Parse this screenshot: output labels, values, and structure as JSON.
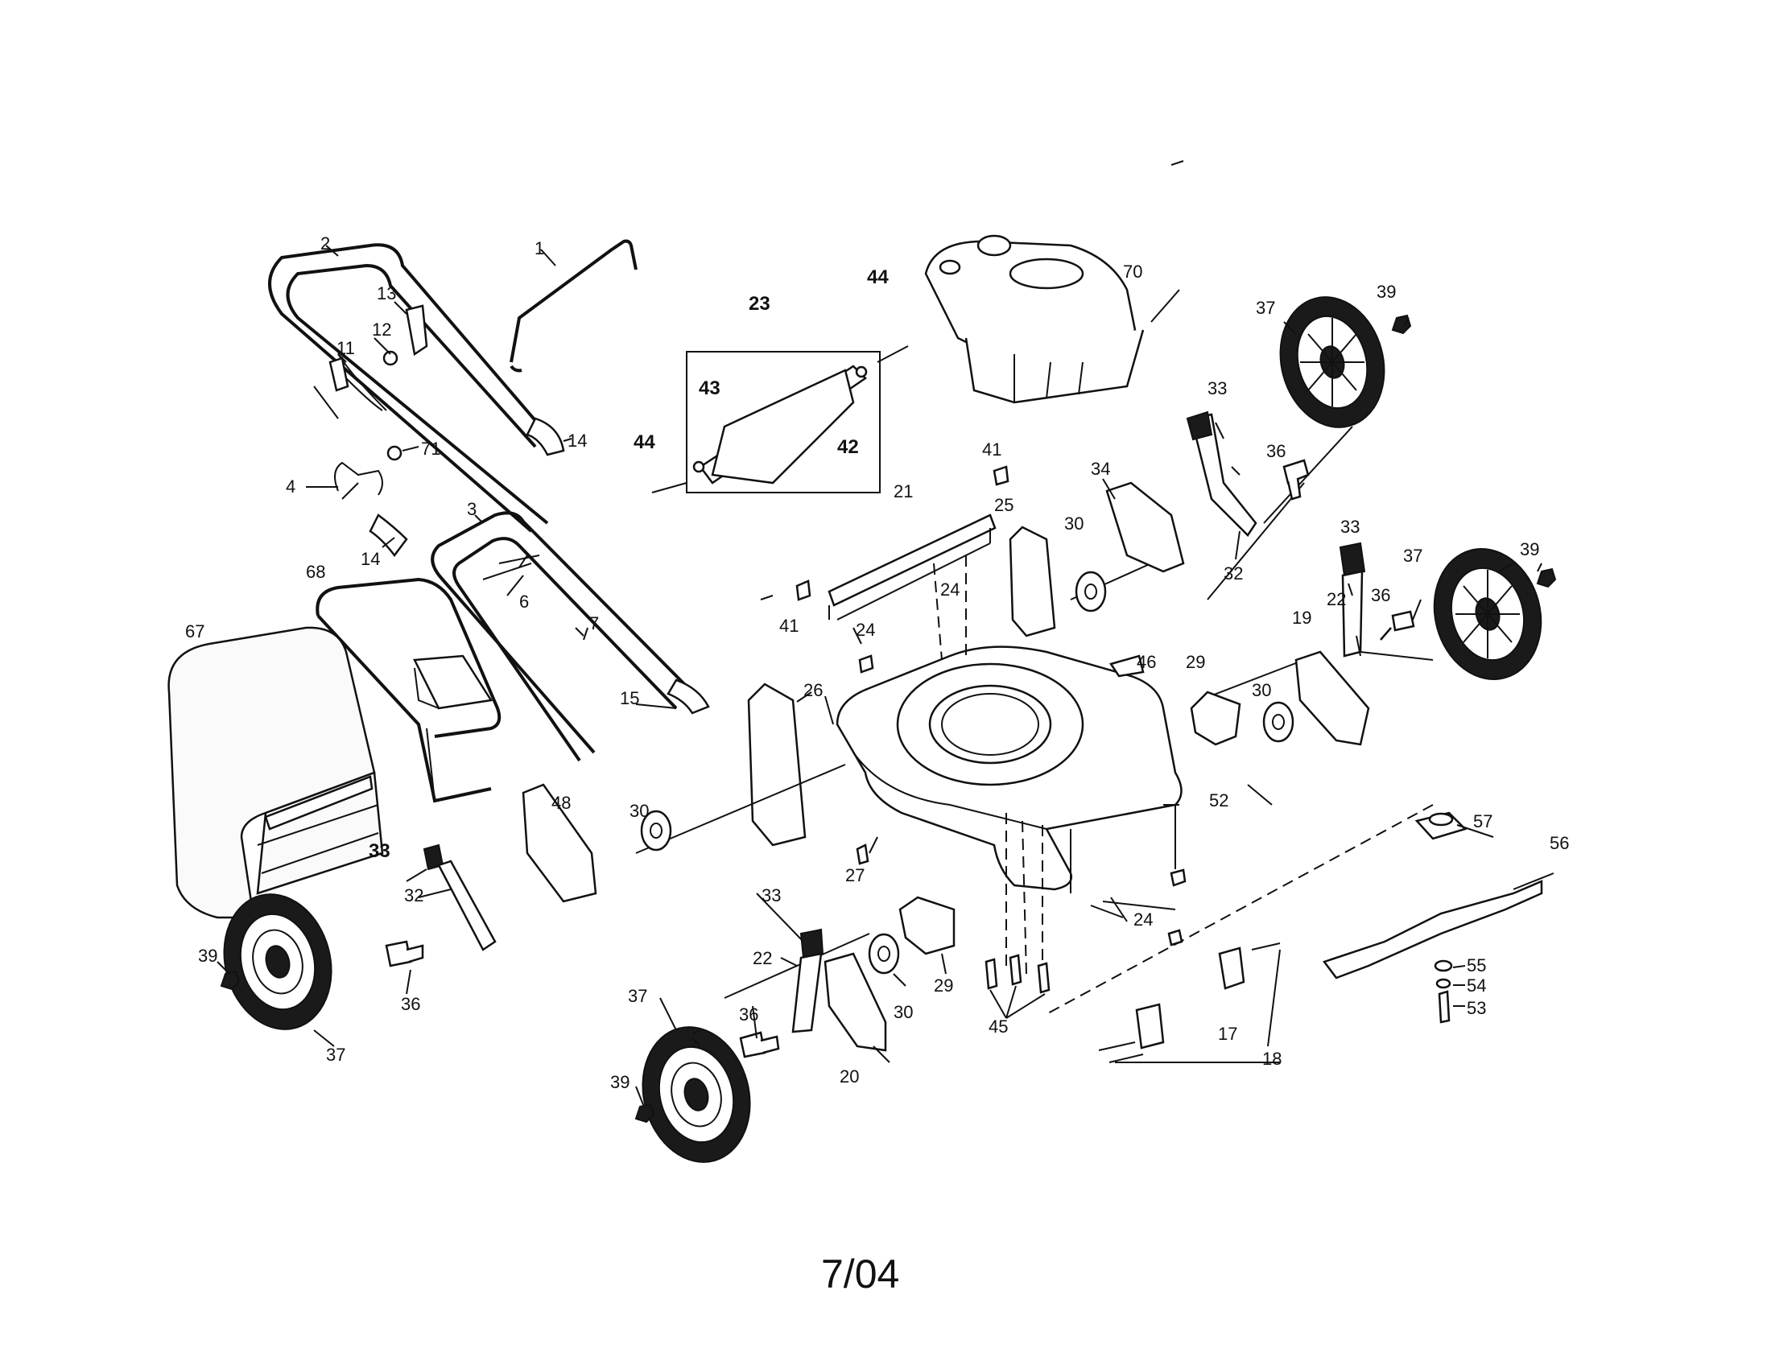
{
  "footer": {
    "date_code": "7/04"
  },
  "callouts": {
    "c1": "1",
    "c2": "2",
    "c3": "3",
    "c4": "4",
    "c6": "6",
    "c7": "7",
    "c11": "11",
    "c12": "12",
    "c13": "13",
    "c14a": "14",
    "c14b": "14",
    "c15": "15",
    "c17": "17",
    "c18": "18",
    "c19": "19",
    "c20": "20",
    "c21": "21",
    "c22a": "22",
    "c22b": "22",
    "c23": "23",
    "c24a": "24",
    "c24b": "24",
    "c24c": "24",
    "c25": "25",
    "c26": "26",
    "c27": "27",
    "c29a": "29",
    "c29b": "29",
    "c30a": "30",
    "c30b": "30",
    "c30c": "30",
    "c30d": "30",
    "c32a": "32",
    "c32b": "32",
    "c33a": "33",
    "c33b": "33",
    "c33c": "33",
    "c33d": "33",
    "c34": "34",
    "c36a": "36",
    "c36b": "36",
    "c36c": "36",
    "c36d": "36",
    "c37a": "37",
    "c37b": "37",
    "c37c": "37",
    "c37d": "37",
    "c39a": "39",
    "c39b": "39",
    "c39c": "39",
    "c39d": "39",
    "c41a": "41",
    "c41b": "41",
    "c42": "42",
    "c43": "43",
    "c44a": "44",
    "c44b": "44",
    "c45": "45",
    "c46": "46",
    "c48": "48",
    "c52": "52",
    "c53": "53",
    "c54": "54",
    "c55": "55",
    "c56": "56",
    "c57": "57",
    "c67": "67",
    "c68": "68",
    "c70": "70",
    "c71": "71"
  }
}
